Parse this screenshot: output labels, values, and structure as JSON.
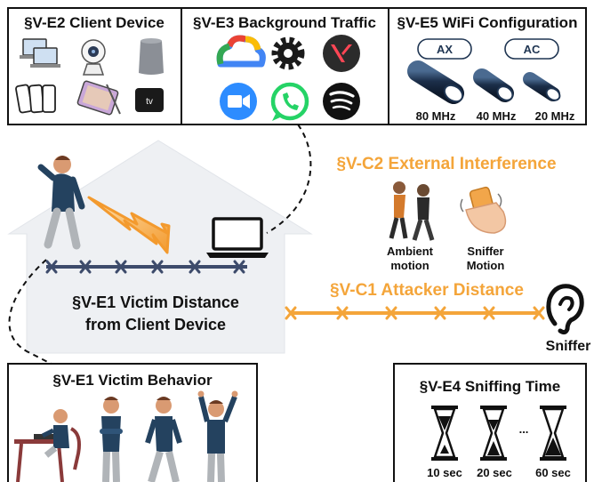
{
  "panels": {
    "client_device": {
      "title": "§V-E2 Client Device"
    },
    "background_traffic": {
      "title": "§V-E3 Background Traffic"
    },
    "wifi_config": {
      "title": "§V-E5 WiFi Configuration",
      "modes": [
        "AX",
        "AC"
      ],
      "channel_widths": [
        "80 MHz",
        "40 MHz",
        "20 MHz"
      ]
    },
    "victim_behavior": {
      "title": "§V-E1 Victim Behavior"
    },
    "sniffing_time": {
      "title": "§V-E4 Sniffing Time",
      "ellipsis": "...",
      "durations": [
        "10 sec",
        "20 sec",
        "60 sec"
      ]
    }
  },
  "house": {
    "victim_distance_line1": "§V-E1 Victim Distance",
    "victim_distance_line2": "from Client Device"
  },
  "external": {
    "title": "§V-C2 External Interference",
    "ambient_line1": "Ambient",
    "ambient_line2": "motion",
    "sniffer_line1": "Sniffer",
    "sniffer_line2": "Motion"
  },
  "attacker": {
    "title": "§V-C1 Attacker Distance",
    "sniffer_label": "Sniffer"
  },
  "colors": {
    "accent_orange": "#f4a53a",
    "line_navy": "#3d4b6b",
    "house_fill": "#f0f1f4",
    "cylinder_dark": "#1f3552"
  }
}
